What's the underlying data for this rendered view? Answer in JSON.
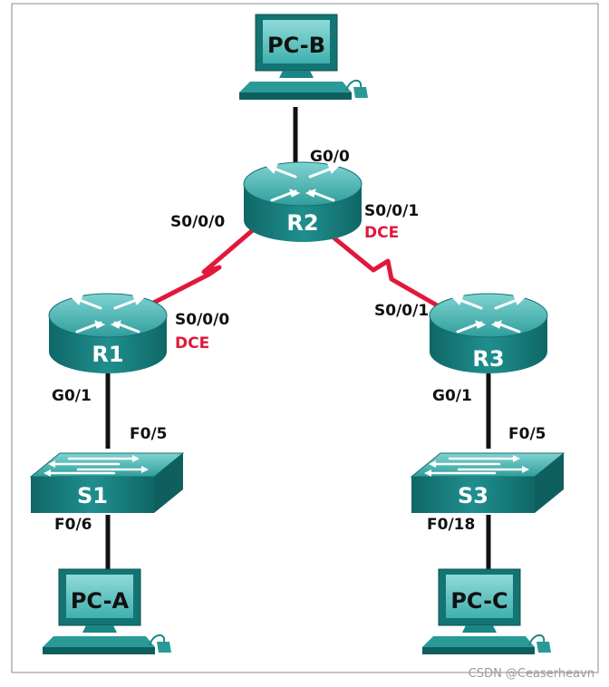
{
  "colors": {
    "teal": "#1f8f8e",
    "teal_light": "#58bcbb",
    "teal_dark": "#0f5f5f",
    "serial_link": "#e0193a",
    "ethernet_link": "#111111"
  },
  "devices": {
    "pc_b": {
      "label": "PC-B"
    },
    "r2": {
      "label": "R2"
    },
    "r1": {
      "label": "R1"
    },
    "r3": {
      "label": "R3"
    },
    "s1": {
      "label": "S1"
    },
    "s3": {
      "label": "S3"
    },
    "pc_a": {
      "label": "PC-A"
    },
    "pc_c": {
      "label": "PC-C"
    }
  },
  "interfaces": {
    "r2_g0_0": "G0/0",
    "r2_s0_0_0": "S0/0/0",
    "r2_s0_0_1": "S0/0/1",
    "r2_dce": "DCE",
    "r1_s0_0_0": "S0/0/0",
    "r1_dce": "DCE",
    "r3_s0_0_1": "S0/0/1",
    "r1_g0_1": "G0/1",
    "r3_g0_1": "G0/1",
    "s1_f0_5": "F0/5",
    "s1_f0_6": "F0/6",
    "s3_f0_5": "F0/5",
    "s3_f0_18": "F0/18"
  },
  "watermark": "CSDN @Ceaserheavn"
}
